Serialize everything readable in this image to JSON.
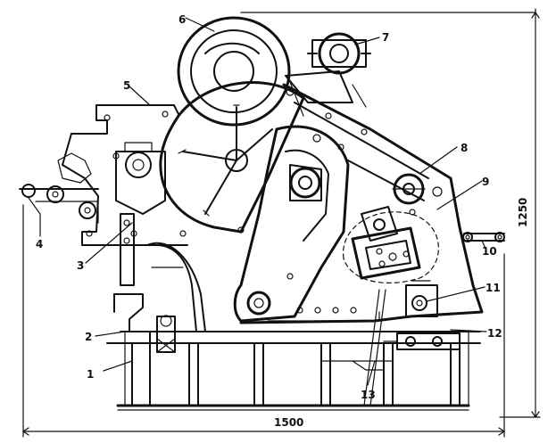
{
  "callouts": [
    "1",
    "2",
    "3",
    "4",
    "5",
    "6",
    "7",
    "8",
    "9",
    "10",
    "11",
    "12",
    "13"
  ],
  "dimensions": {
    "width": "1500",
    "height": "1250"
  }
}
